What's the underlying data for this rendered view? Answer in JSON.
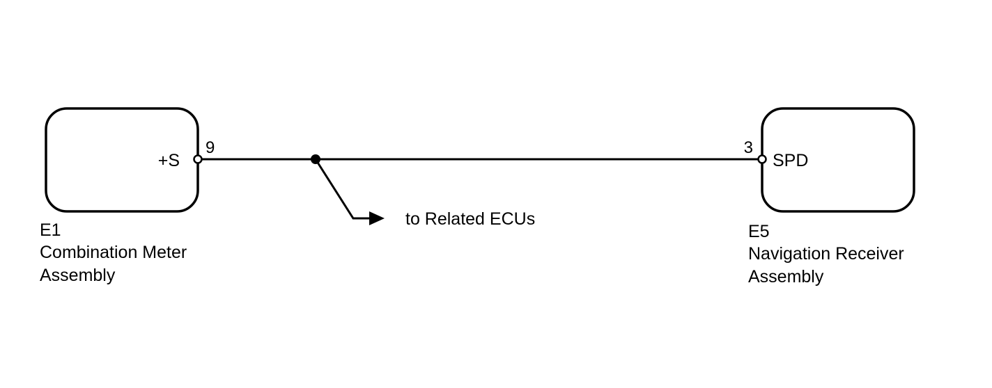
{
  "components": [
    {
      "code": "E1",
      "name_line1": "Combination Meter",
      "name_line2": "Assembly",
      "terminal_name": "+S",
      "pin_number": "9"
    },
    {
      "code": "E5",
      "name_line1": "Navigation Receiver",
      "name_line2": "Assembly",
      "terminal_name": "SPD",
      "pin_number": "3"
    }
  ],
  "branch": {
    "label": "to Related ECUs"
  }
}
